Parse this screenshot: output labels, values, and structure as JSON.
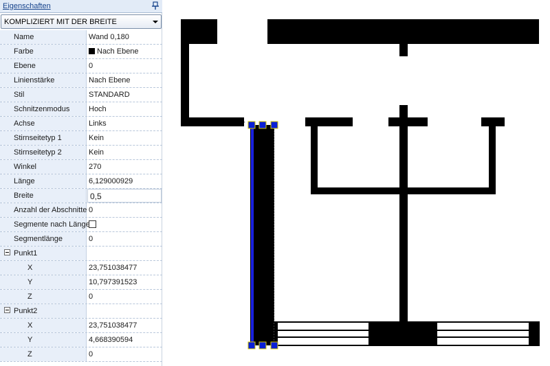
{
  "panel": {
    "title": "Eigenschaften",
    "pin_icon": "pin-icon",
    "type_selector": "KOMPLIZIERT MIT DER BREITE"
  },
  "properties": [
    {
      "name": "Name",
      "value": "Wand 0,180"
    },
    {
      "name": "Farbe",
      "value": "Nach Ebene",
      "swatch": "#000000"
    },
    {
      "name": "Ebene",
      "value": "0"
    },
    {
      "name": "Linienstärke",
      "value": "Nach Ebene"
    },
    {
      "name": "Stil",
      "value": "STANDARD"
    },
    {
      "name": "Schnitzenmodus",
      "value": "Hoch"
    },
    {
      "name": "Achse",
      "value": "Links"
    },
    {
      "name": "Stirnseitetyp 1",
      "value": "Kein"
    },
    {
      "name": "Stirnseitetyp 2",
      "value": "Kein"
    },
    {
      "name": "Winkel",
      "value": "270"
    },
    {
      "name": "Länge",
      "value": "6,129000929"
    },
    {
      "name": "Breite",
      "value": "0,5",
      "selected": true
    },
    {
      "name": "Anzahl der Abschnitte",
      "value": "0"
    },
    {
      "name": "Segmente nach Länge",
      "checkbox": false
    },
    {
      "name": "Segmentlänge",
      "value": "0"
    },
    {
      "name": "Punkt1",
      "category": true
    },
    {
      "name": "X",
      "value": "23,751038477",
      "indent": true
    },
    {
      "name": "Y",
      "value": "10,797391523",
      "indent": true
    },
    {
      "name": "Z",
      "value": "0",
      "indent": true
    },
    {
      "name": "Punkt2",
      "category": true
    },
    {
      "name": "X",
      "value": "23,751038477",
      "indent": true
    },
    {
      "name": "Y",
      "value": "4,668390594",
      "indent": true
    },
    {
      "name": "Z",
      "value": "0",
      "indent": true
    }
  ],
  "colors": {
    "panel_header_bg": "#e2ebf7",
    "wall_fill": "#000000",
    "selection_line": "#1a22e0",
    "grip_fill": "#0a1fd6",
    "grip_border": "#d8c800"
  }
}
